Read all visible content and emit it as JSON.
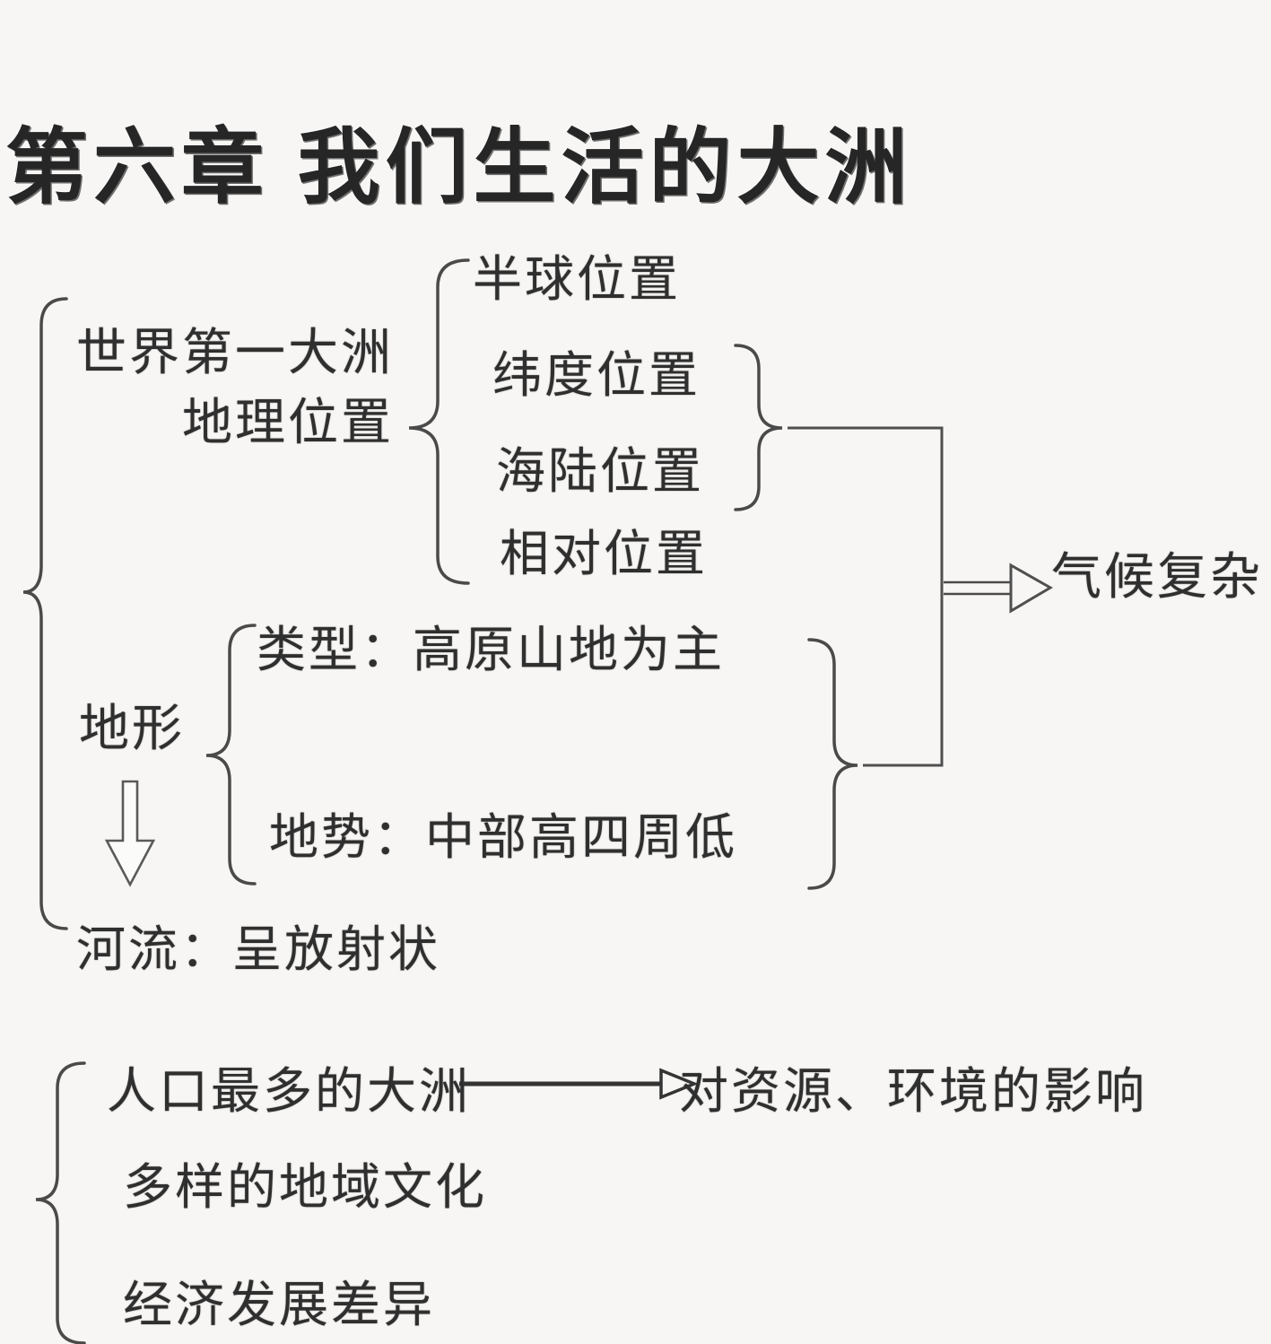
{
  "title": "第六章  我们生活的大洲",
  "section_asia": {
    "overview": "世界第一大洲",
    "geo_label": "地理位置",
    "positions": [
      "半球位置",
      "纬度位置",
      "海陆位置",
      "相对位置"
    ],
    "climate_result": "气候复杂",
    "terrain_label": "地形",
    "terrain_type": "类型：高原山地为主",
    "terrain_relief": "地势：中部高四周低",
    "rivers": "河流：呈放射状"
  },
  "section_human": {
    "population": "人口最多的大洲",
    "population_effect": "对资源、环境的影响",
    "culture": "多样的地域文化",
    "economy": "经济发展差异"
  },
  "colors": {
    "ink": "#2f2f2f",
    "line": "#4a4a4a",
    "background": "#f7f6f4"
  }
}
